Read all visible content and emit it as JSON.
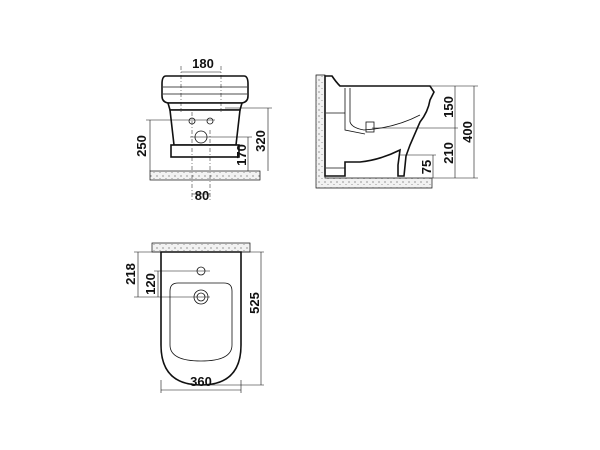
{
  "front_view": {
    "width_top": "180",
    "height_inlet": "250",
    "height_total": "320",
    "height_drain": "170",
    "drain_width": "80"
  },
  "side_view": {
    "bowl_depth": "150",
    "total_height": "400",
    "drain_height": "210",
    "floor_offset": "75"
  },
  "top_view": {
    "tap_hole_offset": "218",
    "drain_offset": "120",
    "length": "525",
    "width": "360"
  }
}
